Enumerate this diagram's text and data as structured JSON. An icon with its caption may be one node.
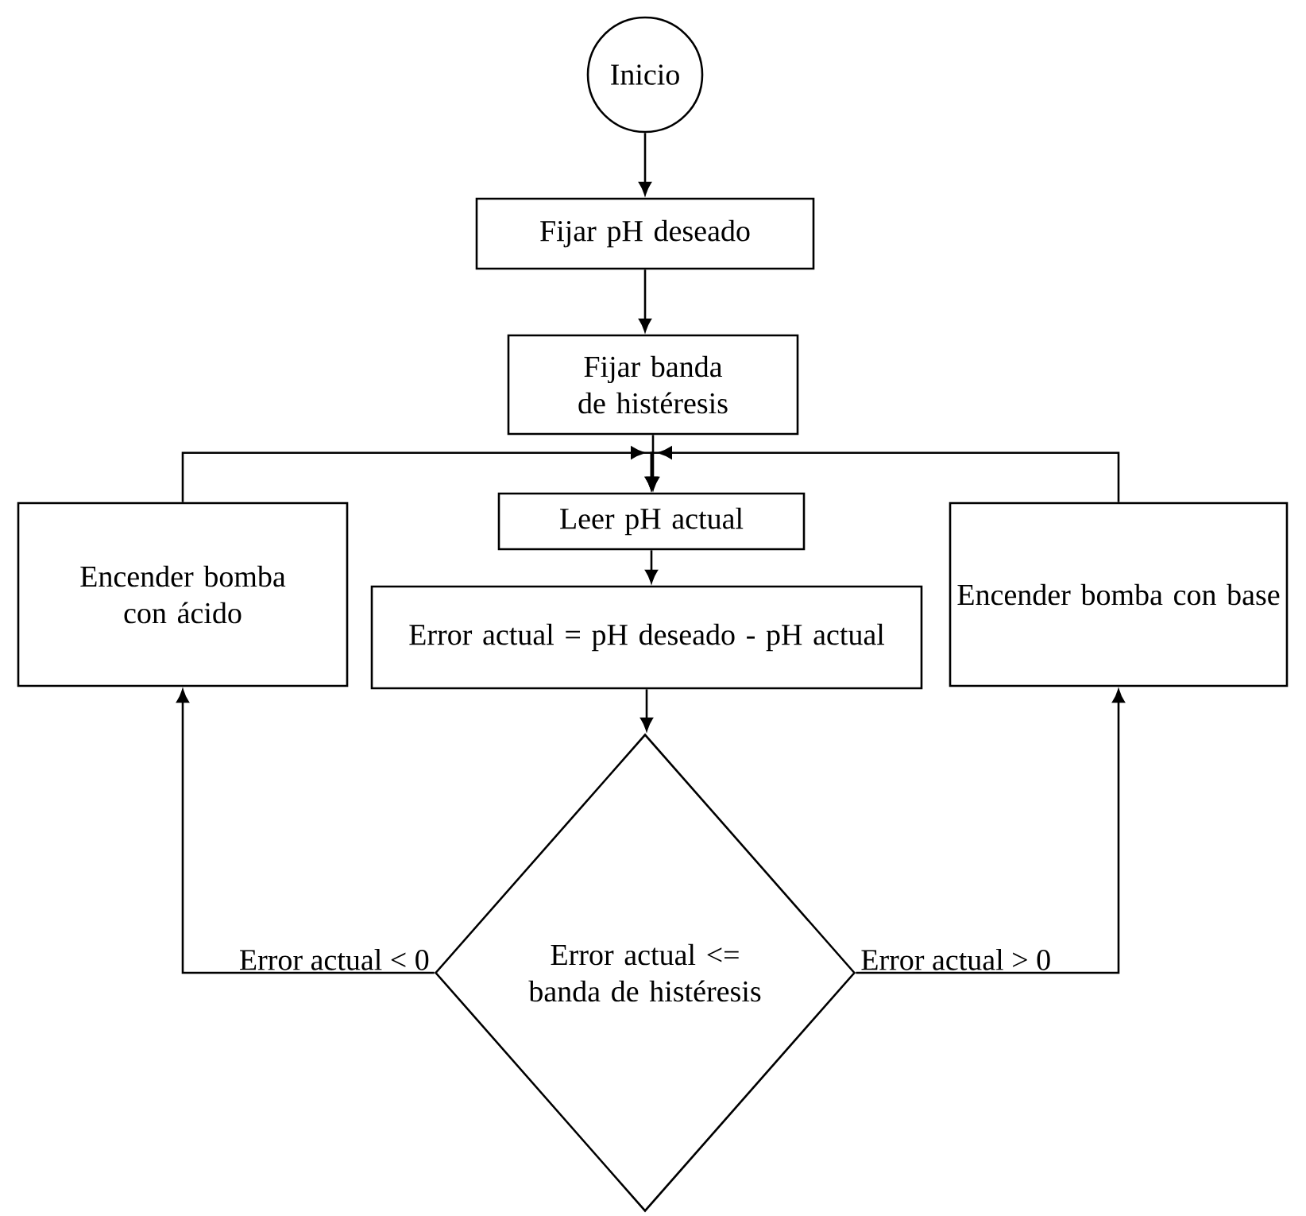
{
  "diagram": {
    "nodes": [
      {
        "text": [
          "Inicio"
        ]
      },
      {
        "text": [
          "Fijar pH deseado"
        ]
      },
      {
        "text": [
          "Fijar banda de histéresis"
        ]
      },
      {
        "text": [
          "Leer pH actual"
        ]
      },
      {
        "text": [
          "Error actual = pH deseado - pH actual"
        ]
      },
      {
        "text": [
          "Error actual <= banda de histéresis"
        ]
      },
      {
        "text": [
          "Encender bomba con ácido"
        ]
      },
      {
        "text": [
          "Encender bomba con base"
        ]
      }
    ],
    "edges": [
      {
        "from": 0,
        "to": 1,
        "arrow": "to"
      },
      {
        "from": 1,
        "to": 2,
        "arrow": "to"
      },
      {
        "from": 2,
        "to": 3,
        "arrow": "to"
      },
      {
        "from": 3,
        "to": 4,
        "arrow": "to"
      },
      {
        "from": 4,
        "to": 5,
        "arrow": "to"
      },
      {
        "from": 5,
        "to": 6,
        "arrow": "to",
        "label": "Error actual < 0"
      },
      {
        "from": 5,
        "to": 7,
        "arrow": "to",
        "label": "Error actual > 0"
      },
      {
        "from": 6,
        "to": 3,
        "arrow": "to"
      },
      {
        "from": 7,
        "to": 3,
        "arrow": "to"
      }
    ]
  }
}
